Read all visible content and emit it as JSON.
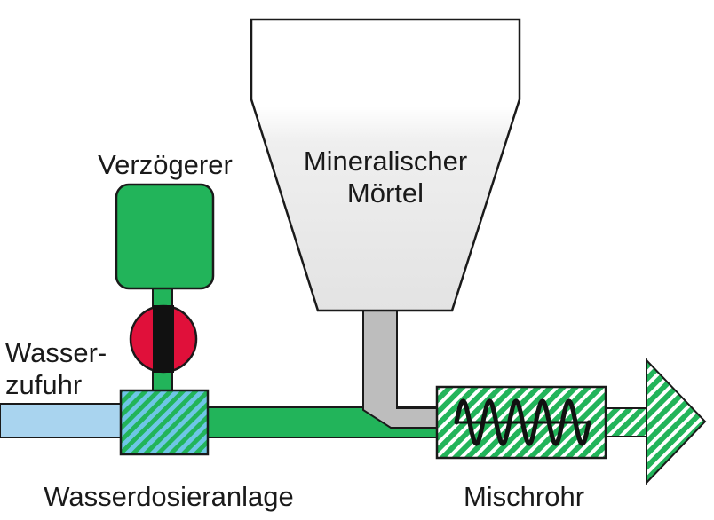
{
  "labels": {
    "retarder": "Verzögerer",
    "mortar_line1": "Mineralischer",
    "mortar_line2": "Mörtel",
    "water_line1": "Wasser-",
    "water_line2": "zufuhr",
    "dosing": "Wasserdosieranlage",
    "mixer": "Mischrohr"
  },
  "colors": {
    "green": "#22b45a",
    "green_dark": "#15803f",
    "hatch_blue": "#6ec6e6",
    "water_blue": "#a9d4ef",
    "pump_red": "#e0103a",
    "hopper_gray": "#e9e9e9",
    "chute_gray": "#bdbdbd",
    "outline": "#1a1a1a"
  },
  "icons": {
    "retarder_tank": "rounded-rect-tank",
    "pump": "red-pump-disc",
    "hopper": "funnel-hopper",
    "mixer_screw": "sine-wave-screw",
    "output_arrow": "hatched-arrow-right"
  }
}
